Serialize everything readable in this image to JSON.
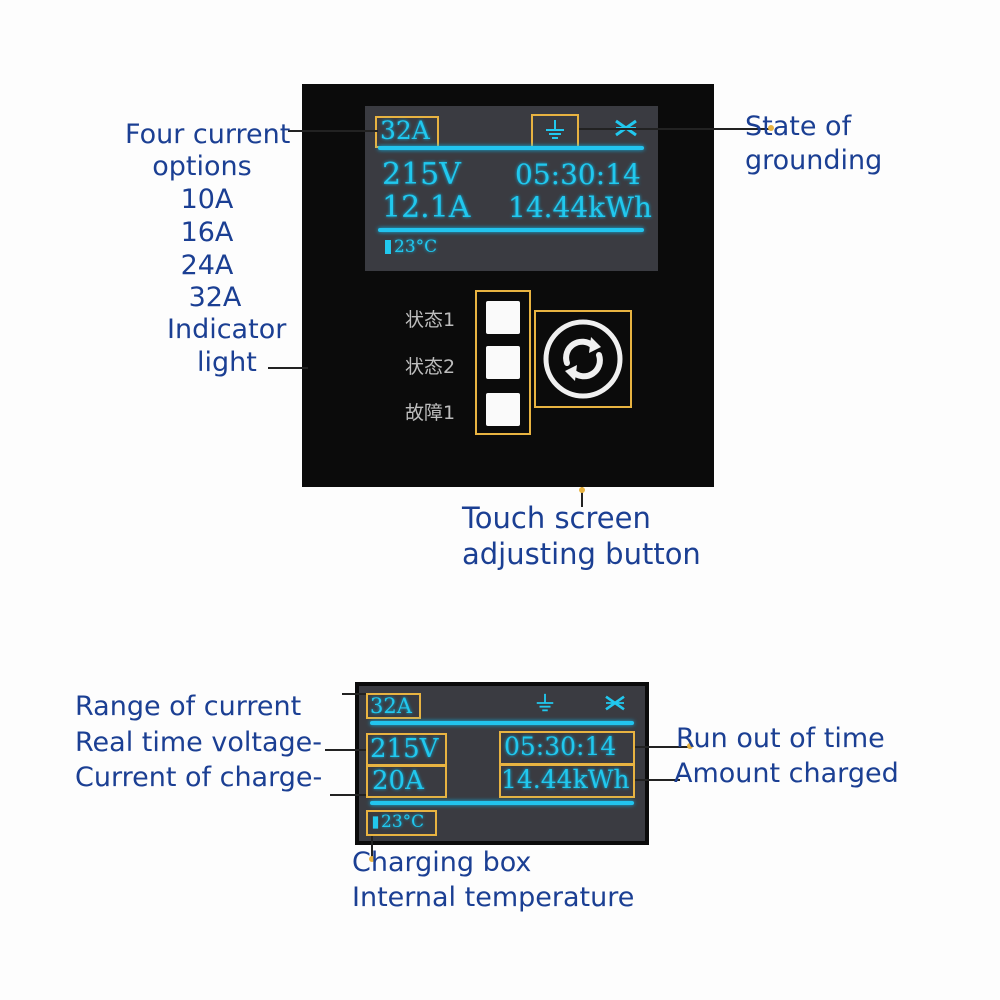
{
  "top_panel": {
    "current": "32A",
    "voltage": "215V",
    "time": "05:30:14",
    "amps": "12.1A",
    "energy": "14.44kWh",
    "temp": "23°C",
    "lights": [
      "状态1",
      "状态2",
      "故障1"
    ],
    "icons": [
      "ground-icon",
      "x-icon",
      "refresh-icon",
      "battery-icon"
    ]
  },
  "bottom_panel": {
    "current": "32A",
    "voltage": "215V",
    "time": "05:30:14",
    "amps": "20A",
    "energy": "14.44kWh",
    "temp": "23°C"
  },
  "labels": {
    "four_current": [
      "Four current",
      "options",
      "10A",
      "16A",
      "24A",
      "32A",
      "Indicator",
      "light"
    ],
    "grounding": [
      "State of",
      "grounding"
    ],
    "touch": [
      "Touch screen",
      "adjusting button"
    ],
    "range": "Range of current",
    "voltage": "Real time voltage-",
    "charge_current": "Current of charge-",
    "run_out": "Run out of time",
    "amount": "Amount charged",
    "temp": [
      "Charging box",
      "Internal temperature"
    ]
  },
  "colors": {
    "accent": "#21c8ee",
    "label": "#1b3f93",
    "highlight": "#e8b341",
    "panel": "#0b0b0b",
    "lcd": "#3a3b41"
  }
}
